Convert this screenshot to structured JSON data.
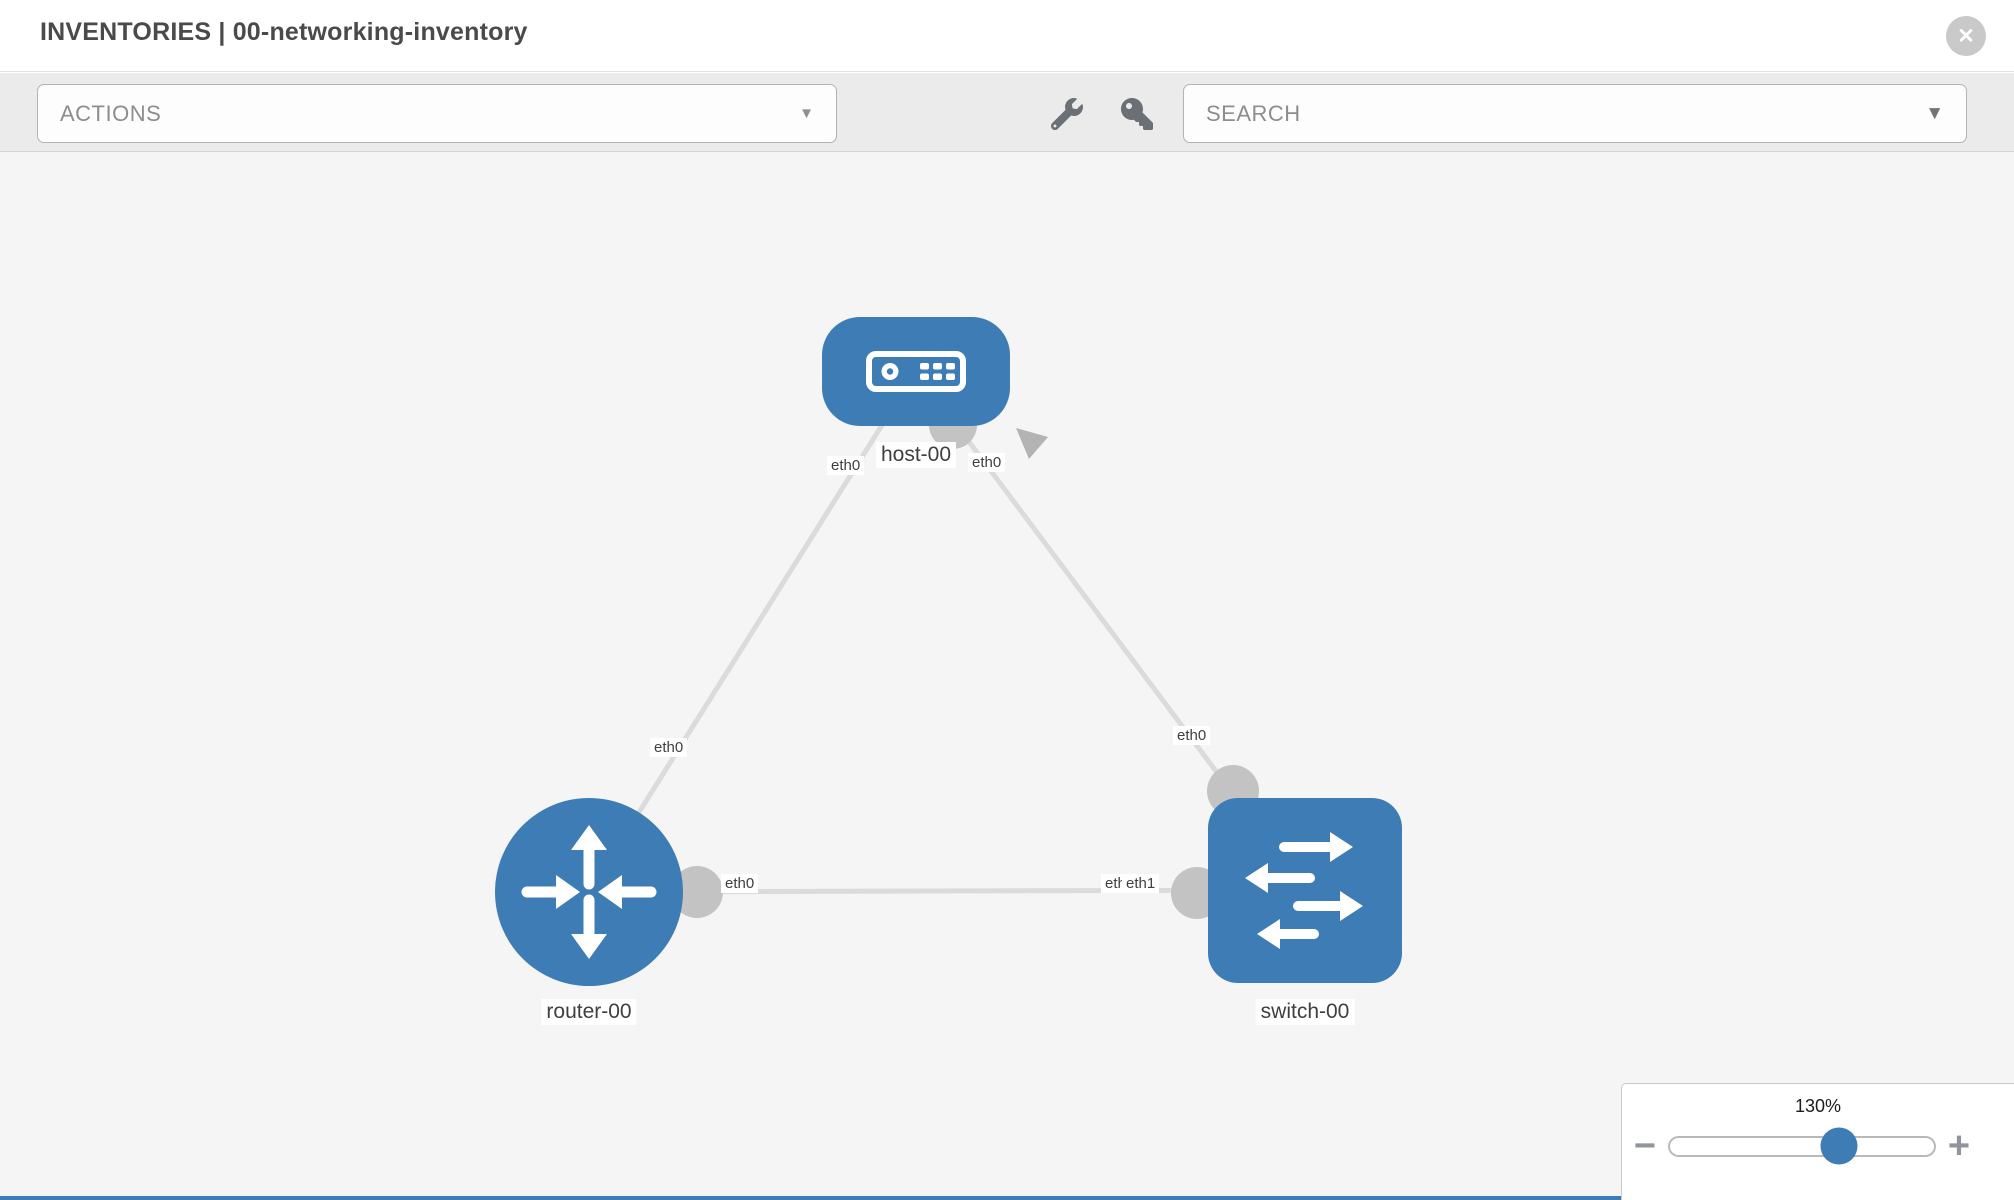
{
  "header": {
    "title": "INVENTORIES | 00-networking-inventory",
    "close_icon": "circle-x"
  },
  "toolbar": {
    "actions_dropdown": {
      "label": "ACTIONS",
      "caret": "▼"
    },
    "tools": [
      {
        "icon": "wrench-icon"
      },
      {
        "icon": "key-icon"
      }
    ],
    "search_dropdown": {
      "label": "SEARCH",
      "caret": "▼"
    }
  },
  "diagram": {
    "nodes": [
      {
        "name": "host-00",
        "type": "host",
        "shape": "rounded-rect"
      },
      {
        "name": "router-00",
        "type": "router",
        "shape": "circle"
      },
      {
        "name": "switch-00",
        "type": "switch",
        "shape": "rounded-square"
      }
    ],
    "links": [
      {
        "from": "host-00",
        "from_interface": "eth0",
        "to": "router-00",
        "to_interface": "eth0"
      },
      {
        "from": "host-00",
        "from_interface": "eth0",
        "to": "switch-00",
        "to_interface": "eth0"
      },
      {
        "from": "router-00",
        "from_interface": "eth0",
        "to": "switch-00",
        "to_interface": "eth1"
      }
    ],
    "iface_labels": [
      {
        "text": "eth0"
      },
      {
        "text": "eth0"
      },
      {
        "text": "eth0"
      },
      {
        "text": "eth0"
      },
      {
        "text": "eth0"
      },
      {
        "text": "eth1"
      },
      {
        "text": "eth1"
      }
    ]
  },
  "zoom_control": {
    "value": "130%",
    "minus": "−",
    "plus": "+",
    "handle_percent": 64
  },
  "colors": {
    "node_blue": "#3d7cb5",
    "link_gray": "#dbdbdb",
    "endpoint_gray": "#c3c3c3",
    "canvas_bg": "#f5f5f5",
    "toolbar_bg": "#ebebeb"
  }
}
